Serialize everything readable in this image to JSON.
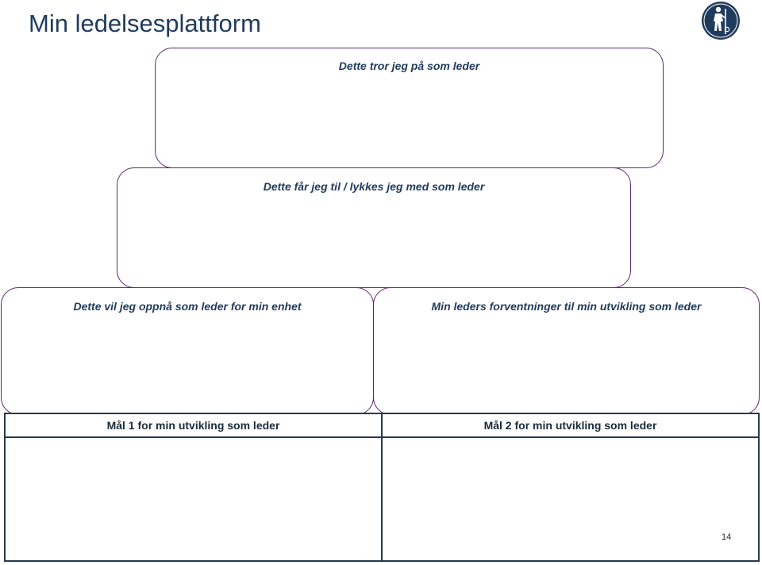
{
  "page": {
    "title": "Min ledelsesplattform",
    "page_number": "14"
  },
  "boxes": {
    "beliefs": "Dette tror jeg på som leder",
    "success": "Dette får jeg til / lykkes jeg med som leder",
    "achieve": "Dette vil jeg oppnå som leder for min enhet",
    "expectations": "Min leders forventninger til min utvikling som leder"
  },
  "goals": {
    "headers": [
      "Mål 1 for min utvikling som leder",
      "Mål 2 for min utvikling som leder"
    ]
  },
  "colors": {
    "title": "#1f3b5c",
    "box_border": "#5c2a6e",
    "table_border": "#243a4e",
    "logo": "#1f3b5c"
  },
  "icons": {
    "logo": "hiker-logo-icon"
  }
}
